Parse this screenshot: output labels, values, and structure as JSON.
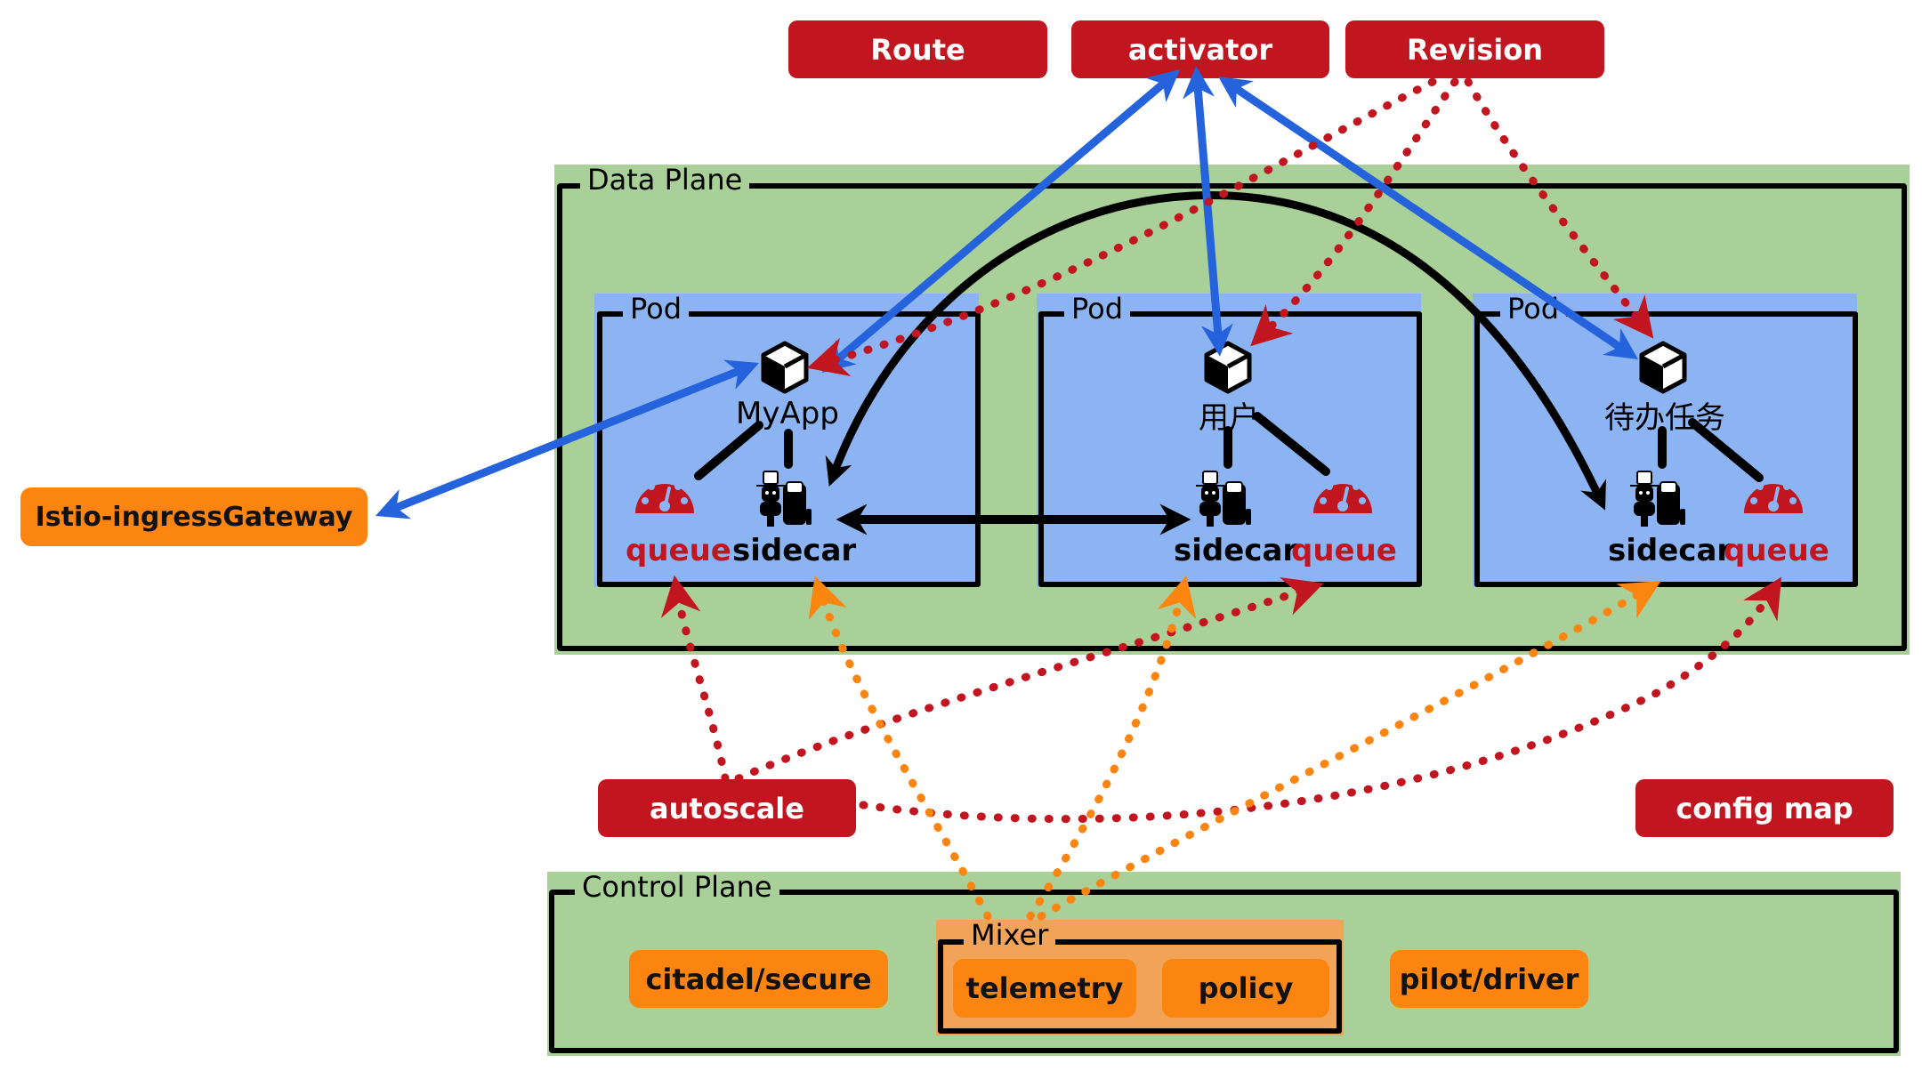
{
  "top_boxes": {
    "route": "Route",
    "activator": "activator",
    "revision": "Revision"
  },
  "gateway": {
    "label": "Istio-ingressGateway"
  },
  "data_plane": {
    "label": "Data Plane",
    "pods": [
      {
        "label": "Pod",
        "app": "MyApp",
        "sidecar": "sidecar",
        "queue": "queue"
      },
      {
        "label": "Pod",
        "app": "用户",
        "sidecar": "sidecar",
        "queue": "queue"
      },
      {
        "label": "Pod",
        "app": "待办任务",
        "sidecar": "sidecar",
        "queue": "queue"
      }
    ]
  },
  "middle_boxes": {
    "autoscale": "autoscale",
    "config_map": "config map"
  },
  "control_plane": {
    "label": "Control Plane",
    "citadel": "citadel/secure",
    "mixer": {
      "label": "Mixer",
      "telemetry": "telemetry",
      "policy": "policy"
    },
    "pilot": "pilot/driver"
  },
  "colors": {
    "red": "#c1161f",
    "orange": "#fb8510",
    "blue_arrow": "#2563dc",
    "green_plane": "#a9d099",
    "blue_pod": "#8db4f2",
    "mixer_bg": "#f1a457"
  },
  "icons": {
    "app": "cube-icon",
    "sidecar": "sidecar-motorcycle-icon",
    "queue": "gauge-icon"
  }
}
